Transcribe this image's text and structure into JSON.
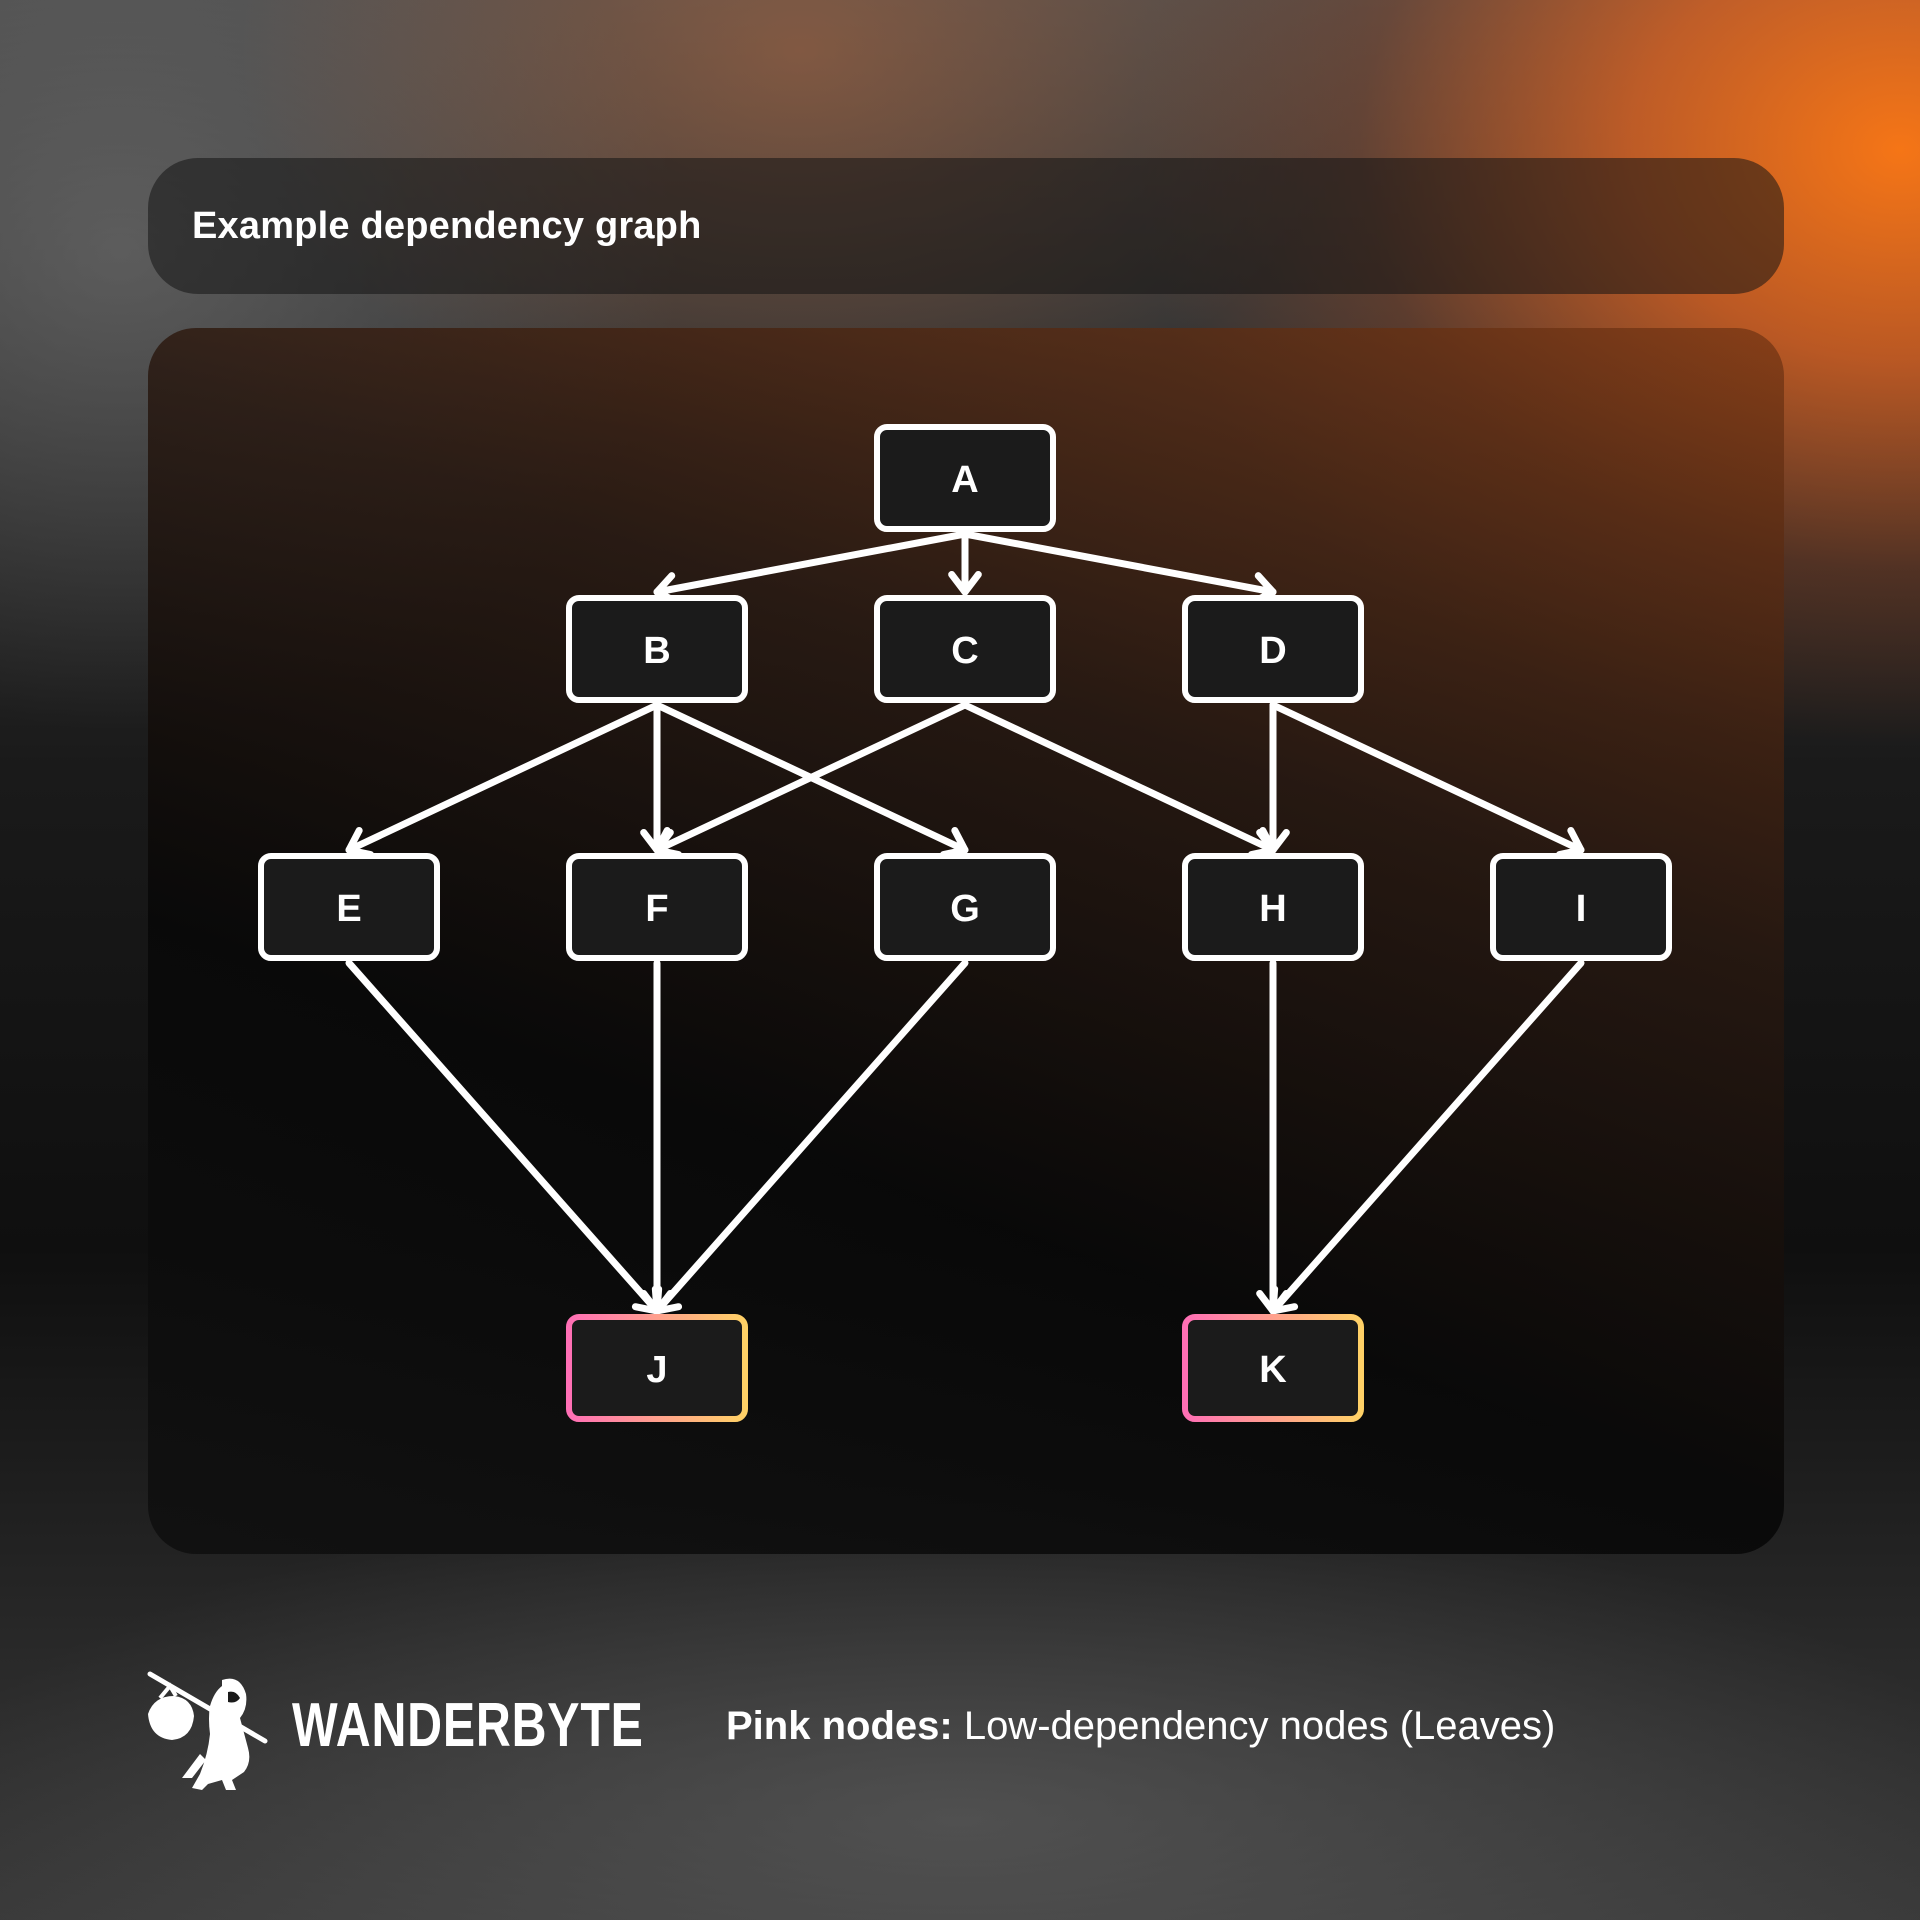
{
  "title": "Example dependency graph",
  "graph": {
    "nodes": [
      {
        "id": "A",
        "label": "A",
        "type": "normal"
      },
      {
        "id": "B",
        "label": "B",
        "type": "normal"
      },
      {
        "id": "C",
        "label": "C",
        "type": "normal"
      },
      {
        "id": "D",
        "label": "D",
        "type": "normal"
      },
      {
        "id": "E",
        "label": "E",
        "type": "normal"
      },
      {
        "id": "F",
        "label": "F",
        "type": "normal"
      },
      {
        "id": "G",
        "label": "G",
        "type": "normal"
      },
      {
        "id": "H",
        "label": "H",
        "type": "normal"
      },
      {
        "id": "I",
        "label": "I",
        "type": "normal"
      },
      {
        "id": "J",
        "label": "J",
        "type": "leaf"
      },
      {
        "id": "K",
        "label": "K",
        "type": "leaf"
      }
    ],
    "edges": [
      [
        "A",
        "B"
      ],
      [
        "A",
        "C"
      ],
      [
        "A",
        "D"
      ],
      [
        "B",
        "E"
      ],
      [
        "B",
        "F"
      ],
      [
        "B",
        "G"
      ],
      [
        "C",
        "F"
      ],
      [
        "C",
        "H"
      ],
      [
        "D",
        "H"
      ],
      [
        "D",
        "I"
      ],
      [
        "E",
        "J"
      ],
      [
        "F",
        "J"
      ],
      [
        "G",
        "J"
      ],
      [
        "H",
        "K"
      ],
      [
        "I",
        "K"
      ]
    ],
    "colors": {
      "node_fill": "#1b1b1b",
      "node_stroke": "#ffffff",
      "edge": "#ffffff",
      "leaf_gradient_start": "#ff6fb5",
      "leaf_gradient_end": "#ffd166"
    }
  },
  "footer": {
    "brand": "WANDERBYTE",
    "legend_key": "Pink nodes:",
    "legend_desc": " Low-dependency nodes (Leaves)"
  }
}
